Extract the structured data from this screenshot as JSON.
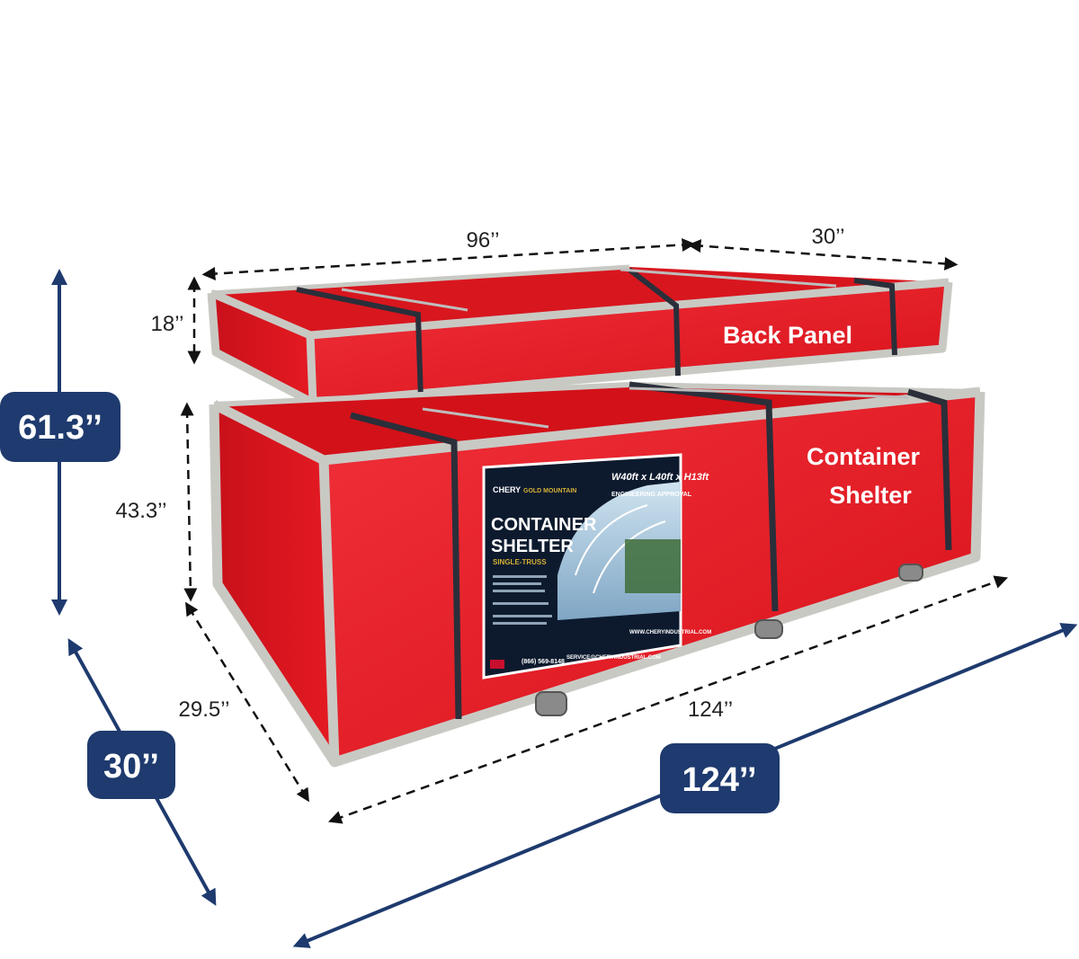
{
  "colors": {
    "crate_red": "#e8141d",
    "crate_dark_red": "#b8101a",
    "frame": "#c9c9c4",
    "strap": "#2a2f3a",
    "badge": "#1e3a6e",
    "arrow": "#1e3a6e",
    "poster_bg": "#0d1a2e",
    "poster_accent": "#d4b035",
    "dashed": "#111111"
  },
  "dimensions": {
    "top_length": "96’’",
    "top_width": "30’’",
    "panel_height": "18’’",
    "body_height": "43.3’’",
    "body_depth": "29.5’’",
    "body_length": "124’’"
  },
  "badges": {
    "total_height": "61.3’’",
    "total_depth": "30’’",
    "total_length": "124’’"
  },
  "crates": {
    "back_panel_label": "Back Panel",
    "container_label_line1": "Container",
    "container_label_line2": "Shelter"
  },
  "poster": {
    "brand_left": "CHERY",
    "brand_right": "GOLD MOUNTAIN",
    "dimensions_text": "W40ft x L40ft x H13ft",
    "approval_text": "ENGINEERING APPROVAL",
    "title_line1": "CONTAINER",
    "title_line2": "SHELTER",
    "subtitle": "SINGLE-TRUSS",
    "phone": "(866) 569-8148",
    "email": "SERVICE@CHERYINDUSTRIAL.COM",
    "website": "WWW.CHERYINDUSTRIAL.COM"
  }
}
